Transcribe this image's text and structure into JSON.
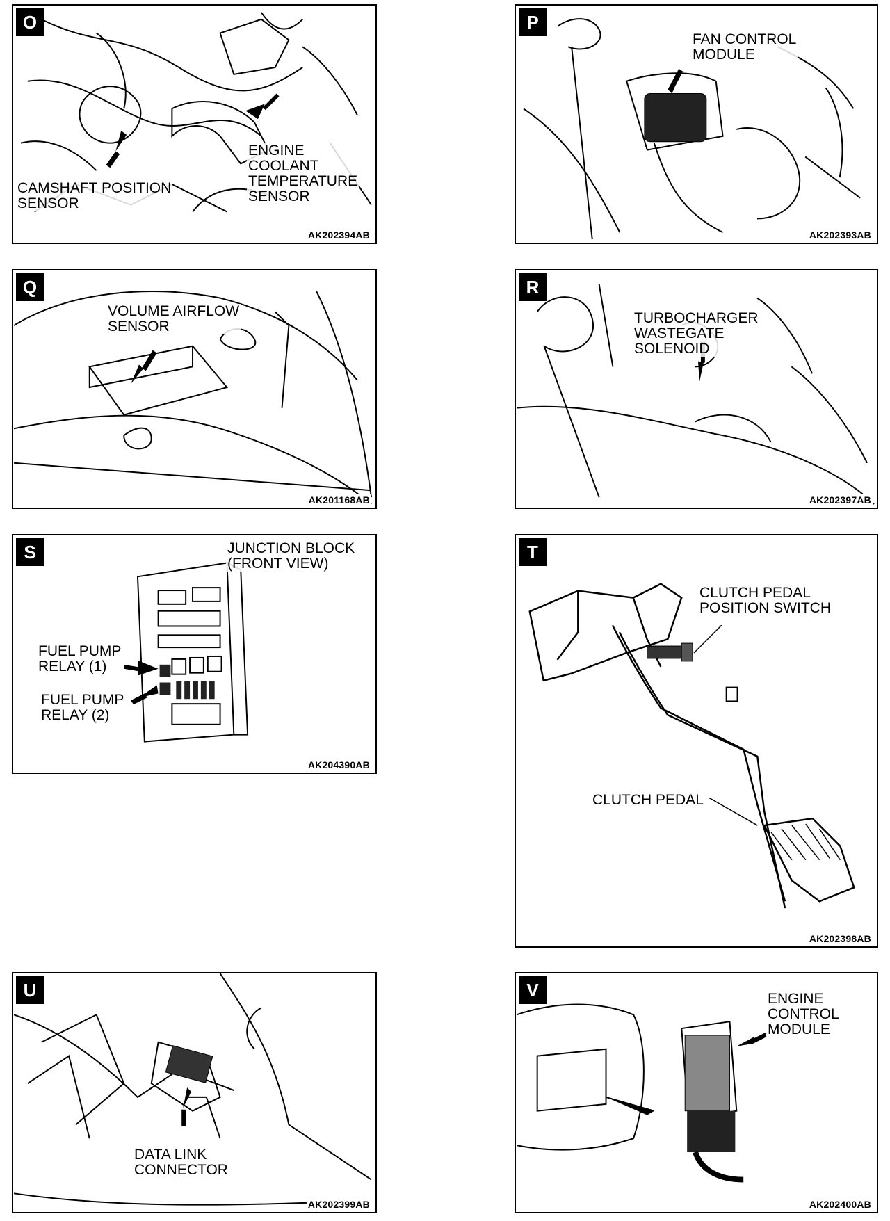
{
  "panels": {
    "O": {
      "letter": "O",
      "code": "AK202394AB",
      "labels": [
        "CAMSHAFT POSITION\nSENSOR",
        "ENGINE\nCOOLANT\nTEMPERATURE\nSENSOR"
      ]
    },
    "P": {
      "letter": "P",
      "code": "AK202393AB",
      "labels": [
        "FAN CONTROL\nMODULE"
      ]
    },
    "Q": {
      "letter": "Q",
      "code": "AK201168AB",
      "labels": [
        "VOLUME AIRFLOW\nSENSOR"
      ]
    },
    "R": {
      "letter": "R",
      "code": "AK202397AB",
      "labels": [
        "TURBOCHARGER\nWASTEGATE\nSOLENOID"
      ]
    },
    "S": {
      "letter": "S",
      "code": "AK204390AB",
      "labels": [
        "JUNCTION BLOCK\n(FRONT VIEW)",
        "FUEL PUMP\nRELAY (1)",
        "FUEL PUMP\nRELAY (2)"
      ]
    },
    "T": {
      "letter": "T",
      "code": "AK202398AB",
      "labels": [
        "CLUTCH PEDAL\nPOSITION SWITCH",
        "CLUTCH PEDAL"
      ]
    },
    "U": {
      "letter": "U",
      "code": "AK202399AB",
      "labels": [
        "DATA LINK\nCONNECTOR"
      ]
    },
    "V": {
      "letter": "V",
      "code": "AK202400AB",
      "labels": [
        "ENGINE\nCONTROL\nMODULE"
      ]
    }
  }
}
